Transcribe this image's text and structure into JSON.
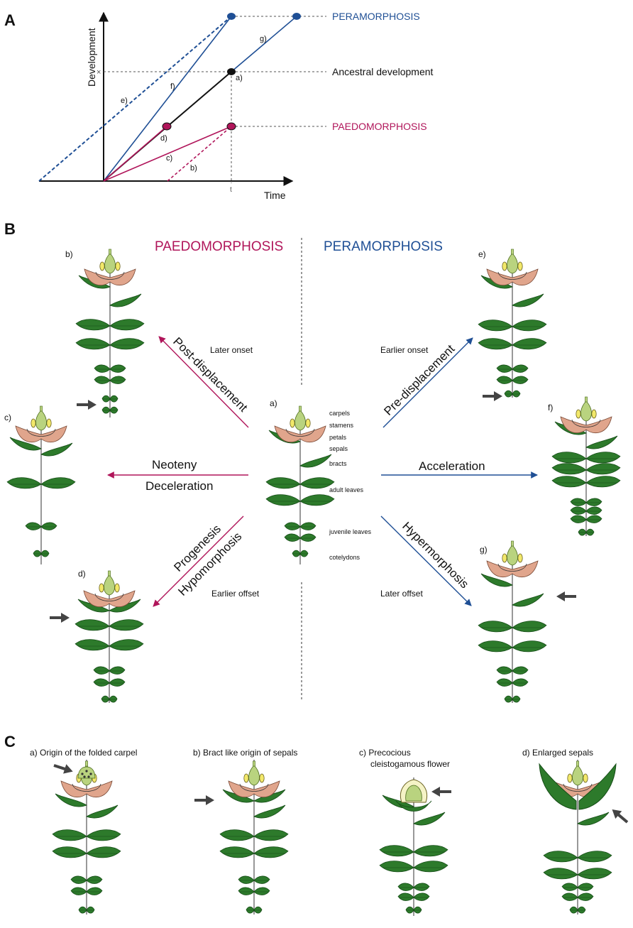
{
  "panels": {
    "A": {
      "label": "A"
    },
    "B": {
      "label": "B"
    },
    "C": {
      "label": "C"
    }
  },
  "graph": {
    "y_axis_label": "Development",
    "x_axis_label": "Time",
    "x_tick_label": "t",
    "y_tick_mark": "×",
    "categories": {
      "peramorphosis": "PERAMORPHOSIS",
      "ancestral": "Ancestral development",
      "paedomorphosis": "PAEDOMORPHOSIS"
    },
    "line_labels": {
      "a": "a)",
      "b": "b)",
      "c": "c)",
      "d": "d)",
      "e": "e)",
      "f": "f)",
      "g": "g)"
    }
  },
  "panel_b": {
    "heading_left": "PAEDOMORPHOSIS",
    "heading_right": "PERAMORPHOSIS",
    "processes": {
      "post_displacement": "Post-displacement",
      "pre_displacement": "Pre-displacement",
      "neoteny": "Neoteny",
      "deceleration": "Deceleration",
      "acceleration": "Acceleration",
      "progenesis": "Progenesis",
      "hypomorphosis": "Hypomorphosis",
      "hypermorphosis": "Hypermorphosis"
    },
    "timing": {
      "later_onset": "Later onset",
      "earlier_onset": "Earlier onset",
      "earlier_offset": "Earlier offset",
      "later_offset": "Later offset"
    },
    "plant_labels": {
      "a": "a)",
      "b": "b)",
      "c": "c)",
      "d": "d)",
      "e": "e)",
      "f": "f)",
      "g": "g)"
    },
    "organs": {
      "carpels": "carpels",
      "stamens": "stamens",
      "petals": "petals",
      "sepals": "sepals",
      "bracts": "bracts",
      "adult_leaves": "adult leaves",
      "juvenile_leaves": "juvenile leaves",
      "cotyledons": "cotelydons"
    }
  },
  "panel_c": {
    "a": "a)  Origin of the folded carpel",
    "b": "b)  Bract like origin of sepals",
    "c_line1": "c)  Precocious",
    "c_line2": "cleistogamous flower",
    "d": "d)  Enlarged sepals"
  },
  "colors": {
    "peramorphosis": "#1f4f95",
    "paedomorphosis": "#b0155a",
    "ancestral": "#111111",
    "leaf": "#2d7a2b",
    "leaf_dark": "#164d17",
    "petal": "#e0a58c",
    "carpel": "#b9d37f",
    "stamen": "#f2e86a",
    "arrow": "#444444"
  }
}
